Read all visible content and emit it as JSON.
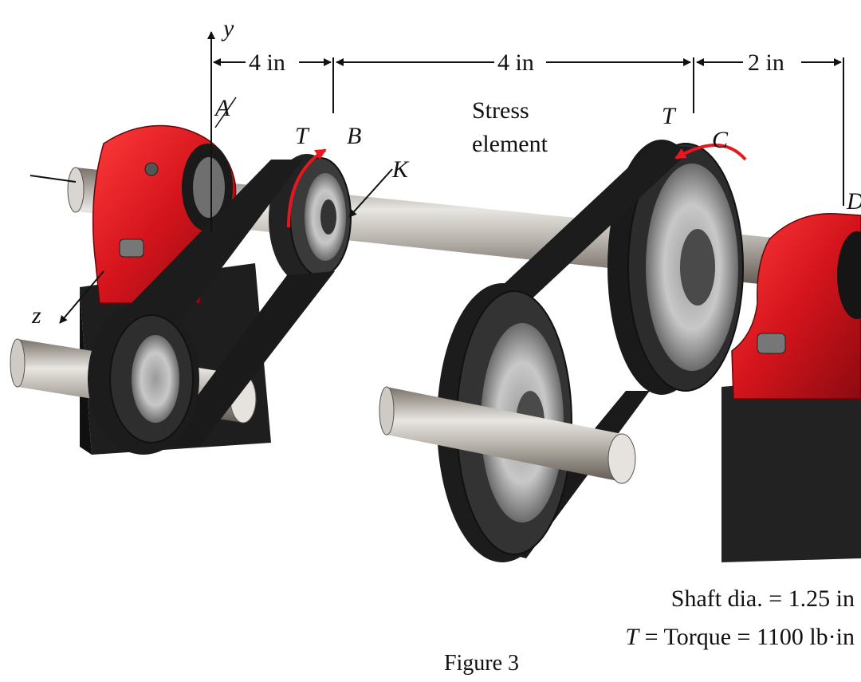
{
  "labels": {
    "y_axis": "y",
    "z_axis": "z",
    "point_a": "A",
    "point_b": "B",
    "point_c": "C",
    "point_d": "D",
    "point_k": "K",
    "torque_b": "T",
    "torque_c": "T",
    "stress_line1": "Stress",
    "stress_line2": "element"
  },
  "dimensions": {
    "first": "4 in",
    "second": "4 in",
    "third": "2 in"
  },
  "notes": {
    "shaft_diameter": "Shaft dia. = 1.25 in",
    "torque_prefix": "T",
    "torque_value": " = Torque = 1100 lb·in"
  },
  "caption": "Figure 3",
  "colors": {
    "bearing_red": "#d4141c",
    "belt_black": "#1c1c1c",
    "steel": "#b8b8b8",
    "torque_arrow": "#e8161e"
  }
}
